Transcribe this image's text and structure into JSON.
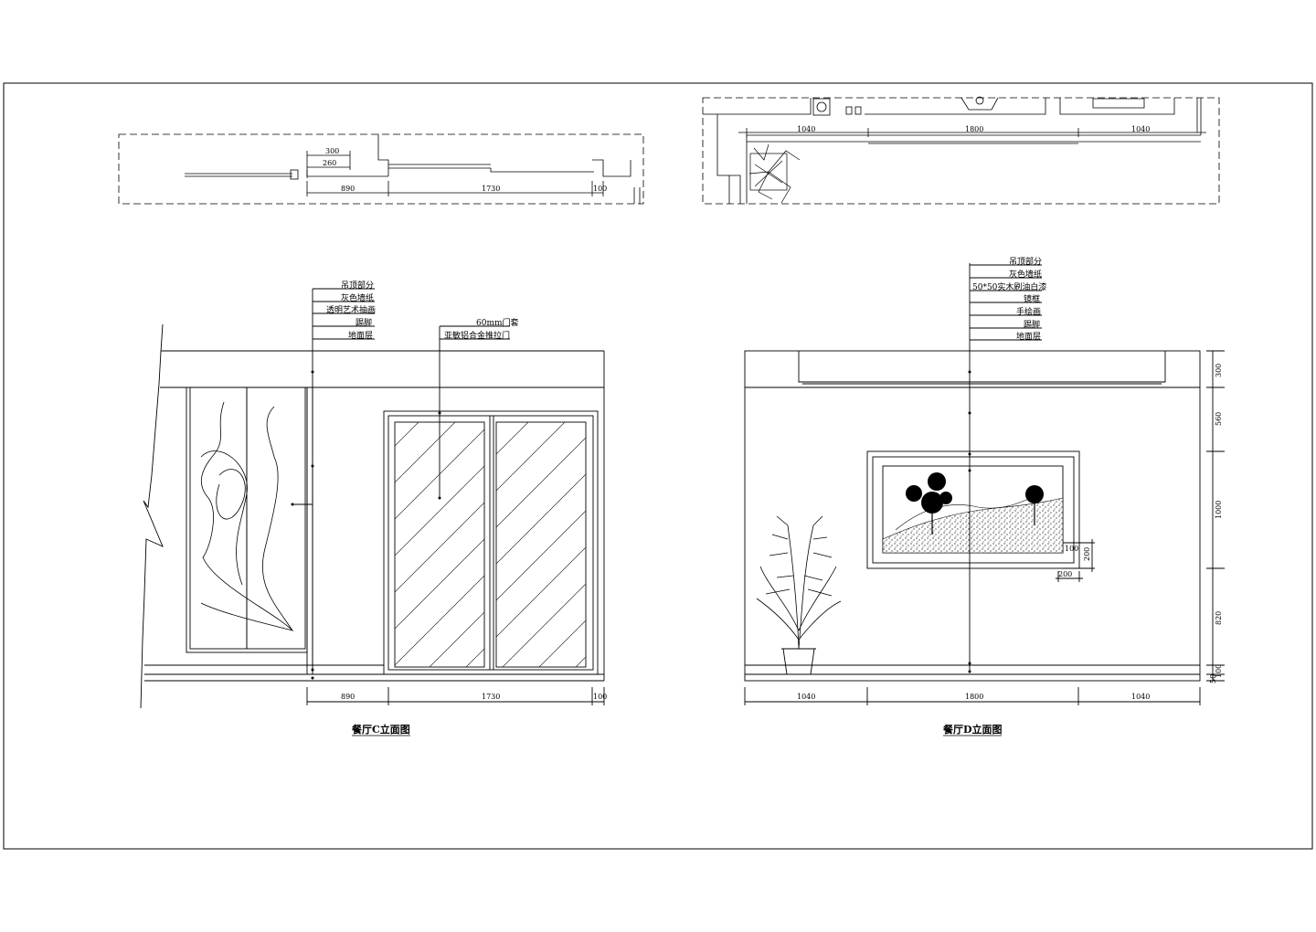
{
  "sheet": {
    "background": "#ffffff",
    "line_color": "#000000"
  },
  "elevation_c": {
    "title": "餐厅C立面图",
    "plan_dims": {
      "a": "300",
      "b": "260",
      "c": "890",
      "d": "1730",
      "e": "100"
    },
    "callouts_left": [
      "吊顶部分",
      "灰色墙纸",
      "透明艺术抽画",
      "踢脚",
      "地面层"
    ],
    "callouts_right": [
      "60mm门套",
      "亚敏铝合金推拉门"
    ],
    "bottom_dims": {
      "a": "890",
      "b": "1730",
      "c": "100"
    }
  },
  "elevation_d": {
    "title": "餐厅D立面图",
    "plan_dims": {
      "a": "1040",
      "b": "1800",
      "c": "1040"
    },
    "callouts": [
      "吊顶部分",
      "灰色墙纸",
      "50*50实木刷油白漆",
      "镜框",
      "手绘画",
      "踢脚",
      "地面层"
    ],
    "right_dims": {
      "a": "300",
      "b": "560",
      "c": "1000",
      "d": "820",
      "e": "100",
      "f": "50"
    },
    "frame_dims": {
      "a": "100",
      "b": "200",
      "c": "200"
    },
    "bottom_dims": {
      "a": "1040",
      "b": "1800",
      "c": "1040"
    }
  }
}
